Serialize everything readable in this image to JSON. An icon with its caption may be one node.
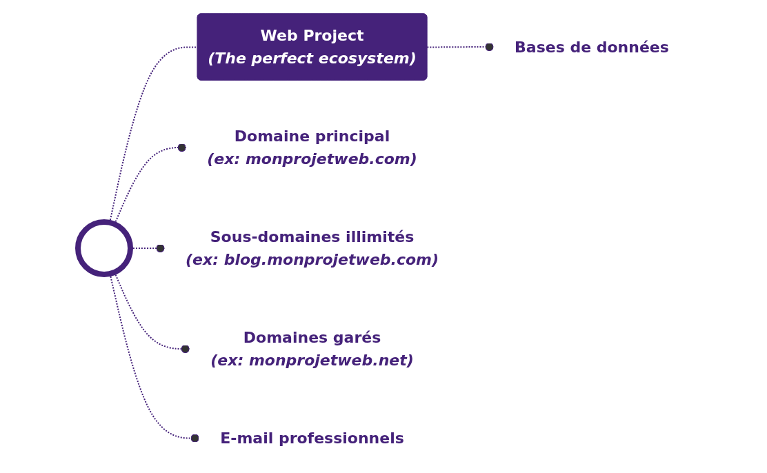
{
  "diagram": {
    "nodes": [
      {
        "text": [],
        "shape": "picture"
      },
      {
        "text": [
          "Web Project",
          "(The perfect ecosystem)"
        ]
      },
      {
        "text": [
          "Domaine principal",
          "(ex: monprojetweb.com)"
        ]
      },
      {
        "text": [
          "Sous-domaines illimités",
          "(ex: blog.monprojetweb.com)"
        ]
      },
      {
        "text": [
          "Domaines garés",
          "(ex: monprojetweb.net)"
        ]
      },
      {
        "text": [
          "E-mail professionnels"
        ]
      },
      {
        "text": [
          "Bases de données"
        ]
      }
    ],
    "edges": [
      {
        "from": 0,
        "to": 1,
        "arrow": "none",
        "style": "dashed"
      },
      {
        "from": 0,
        "to": 2,
        "arrow": "other",
        "style": "dashed"
      },
      {
        "from": 0,
        "to": 3,
        "arrow": "other",
        "style": "dashed"
      },
      {
        "from": 0,
        "to": 4,
        "arrow": "other",
        "style": "dashed"
      },
      {
        "from": 0,
        "to": 5,
        "arrow": "other",
        "style": "dashed"
      },
      {
        "from": 1,
        "to": 6,
        "arrow": "other",
        "style": "dashed"
      }
    ]
  }
}
